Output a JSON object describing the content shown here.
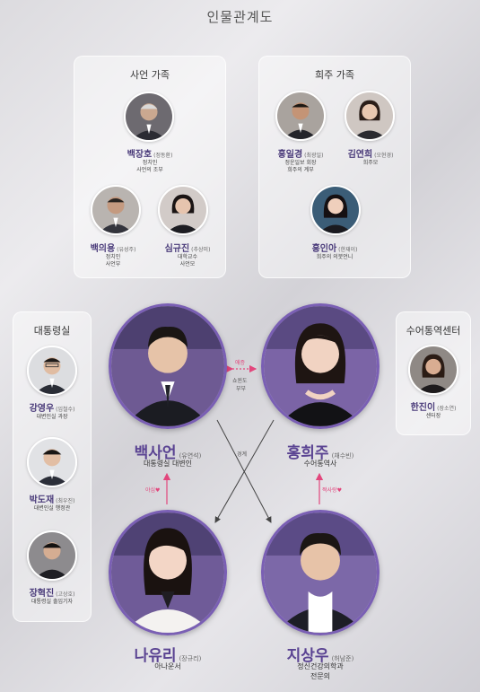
{
  "title": "인물관계도",
  "groups": {
    "saeon_family": "사언 가족",
    "heeju_family": "희주 가족",
    "presidential_office": "대통령실",
    "sign_center": "수어통역센터"
  },
  "characters": {
    "baek_jangho": {
      "name": "백장호",
      "actor": "(정동환)",
      "desc1": "정치인",
      "desc2": "사언의 조부"
    },
    "baek_uiyong": {
      "name": "백의용",
      "actor": "(유성주)",
      "desc1": "정치인",
      "desc2": "사언부"
    },
    "sim_gyujin": {
      "name": "심규진",
      "actor": "(추상미)",
      "desc1": "대학교수",
      "desc2": "사언모"
    },
    "hong_ilgyeong": {
      "name": "홍일경",
      "actor": "(최광일)",
      "desc1": "정운일보 회장",
      "desc2": "희주의 계부"
    },
    "kim_yeonhui": {
      "name": "김연희",
      "actor": "(오현경)",
      "desc1": "희주모",
      "desc2": ""
    },
    "hong_ina": {
      "name": "홍인아",
      "actor": "(한재이)",
      "desc1": "희주의 의붓언니",
      "desc2": ""
    },
    "kang_yeongu": {
      "name": "강영우",
      "actor": "(임철수)",
      "desc1": "대변인실 과장",
      "desc2": ""
    },
    "park_doje": {
      "name": "박도재",
      "actor": "(최우진)",
      "desc1": "대변인실 행정관",
      "desc2": ""
    },
    "jang_hyeokjin": {
      "name": "장혁진",
      "actor": "(고상호)",
      "desc1": "대통령실 출입기자",
      "desc2": ""
    },
    "han_jini": {
      "name": "한진이",
      "actor": "(장소연)",
      "desc1": "센터장",
      "desc2": ""
    },
    "baek_saeon": {
      "name": "백사언",
      "actor": "(유연석)",
      "desc1": "대통령실 대변인",
      "desc2": ""
    },
    "hong_heeju": {
      "name": "홍희주",
      "actor": "(채수빈)",
      "desc1": "수어통역사",
      "desc2": ""
    },
    "na_yuri": {
      "name": "나유리",
      "actor": "(장규리)",
      "desc1": "아나운서",
      "desc2": ""
    },
    "ji_sangwoo": {
      "name": "지상우",
      "actor": "(허남준)",
      "desc1": "정신건강의학과",
      "desc2": "전문의"
    }
  },
  "relations": {
    "marriage": "애증",
    "marriage_sub1": "쇼윈도",
    "marriage_sub2": "부부",
    "cross": "경계",
    "yuri_to_saeon": "야심",
    "sangwoo_to_heeju": "짝사랑"
  },
  "colors": {
    "accent": "#5a4392",
    "pink": "#e2467c",
    "ring": "#7a5fb4"
  }
}
